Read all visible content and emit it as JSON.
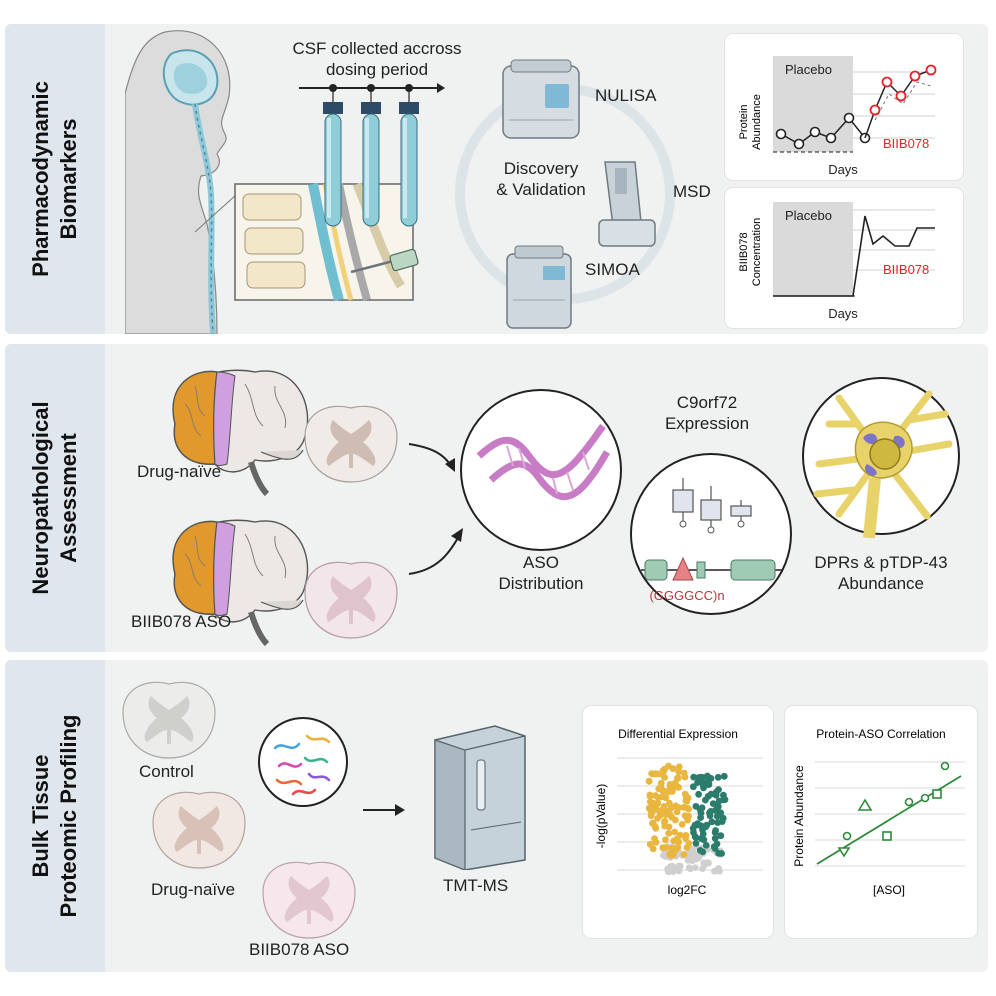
{
  "panels": [
    {
      "title_lines": [
        "Pharmacodynamic",
        "Biomarkers"
      ]
    },
    {
      "title_lines": [
        "Neuropathological",
        "Assessment"
      ]
    },
    {
      "title_lines": [
        "Bulk Tissue",
        "Proteomic Profiling"
      ]
    }
  ],
  "pd": {
    "csf_lines": [
      "CSF collected accross",
      "dosing period"
    ],
    "discovery_lines": [
      "Discovery",
      "& Validation"
    ],
    "platforms": {
      "nulisa": "NULISA",
      "msd": "MSD",
      "simoa": "SIMOA"
    },
    "chart1": {
      "ylabel_lines": [
        "Protein",
        "Abundance"
      ],
      "xlabel": "Days",
      "placebo": "Placebo",
      "drug": "BIIB078"
    },
    "chart2": {
      "ylabel_lines": [
        "BIIB078",
        "Concentration"
      ],
      "xlabel": "Days",
      "placebo": "Placebo",
      "drug": "BIIB078"
    }
  },
  "np": {
    "drug_naive": "Drug-naïve",
    "biib_aso": "BIIB078 ASO",
    "aso_lines": [
      "ASO",
      "Distribution"
    ],
    "c9_lines": [
      "C9orf72",
      "Expression"
    ],
    "repeat": "(GGGGCC)n",
    "dpr_lines": [
      "DPRs & pTDP-43",
      "Abundance"
    ]
  },
  "bt": {
    "control": "Control",
    "drug_naive": "Drug-naïve",
    "biib_aso": "BIIB078 ASO",
    "tmt": "TMT-MS",
    "volcano": {
      "title": "Differential Expression",
      "ylabel": "-log(pValue)",
      "xlabel": "log2FC"
    },
    "scatter": {
      "title": "Protein-ASO Correlation",
      "ylabel": "Protein Abundance",
      "xlabel": "[ASO]"
    }
  },
  "colors": {
    "panel_bg": "#f0f1f1",
    "label_bg": "#dfe6ee",
    "drug_red": "#e8212b",
    "frontal_orange": "#e1982c",
    "motor_purple": "#cf9fe0",
    "yellow_up": "#e9b640",
    "teal_down": "#2b7c6c",
    "scatter_green": "#2e8a3a",
    "aso_pink": "#c77cc5"
  }
}
